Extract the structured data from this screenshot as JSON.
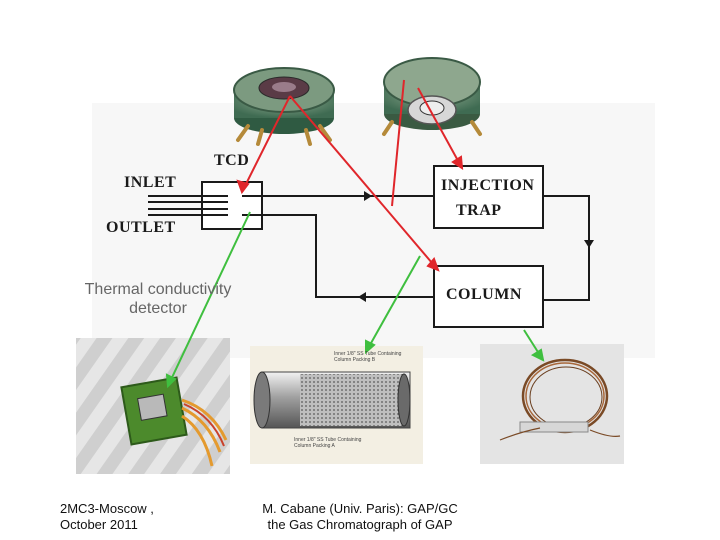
{
  "diagram": {
    "labels": {
      "tcd": "TCD",
      "inlet": "INLET",
      "outlet": "OUTLET",
      "injection_line1": "INJECTION",
      "injection_line2": "TRAP",
      "column": "COLUMN"
    },
    "caption": {
      "line1": "Thermal conductivity",
      "line2": "detector"
    },
    "photos": {
      "packing_top_line1": "Inner 1/8\" SS Tube Containing",
      "packing_top_line2": "Column Packing B",
      "packing_bottom_line1": "Inner 1/8\" SS Tube Containing",
      "packing_bottom_line2": "Column Packing A"
    }
  },
  "footer": {
    "left": {
      "line1": "2MC3-Moscow ,",
      "line2": "October 2011"
    },
    "center": {
      "line1": "M. Cabane (Univ. Paris): GAP/GC",
      "line2": "the Gas Chromatograph of GAP"
    }
  },
  "colors": {
    "line_black": "#1a1a1a",
    "callout_red": "#e0262b",
    "callout_green": "#3fbf3f"
  }
}
